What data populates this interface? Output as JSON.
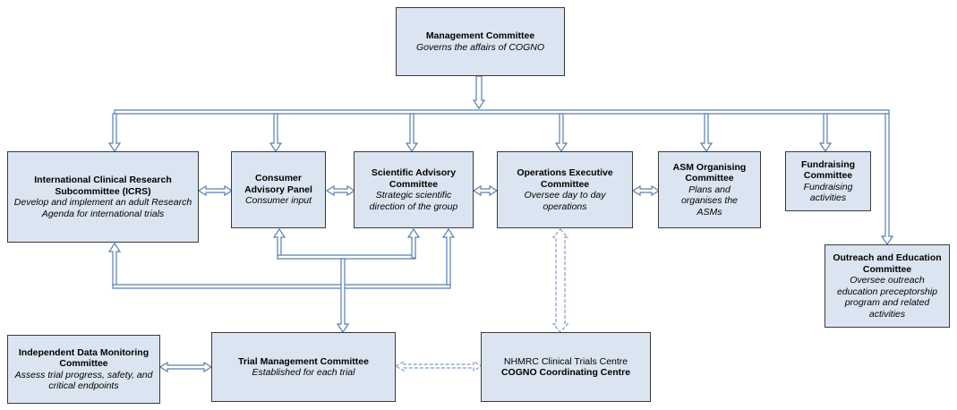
{
  "diagram": {
    "nodes": {
      "management": {
        "title": "Management Committee",
        "desc": "Governs the affairs of COGNO"
      },
      "icrs": {
        "title": "International Clinical Research Subcommittee (ICRS)",
        "desc": "Develop and implement an adult Research Agenda for international trials"
      },
      "consumer": {
        "title": "Consumer Advisory Panel",
        "desc": "Consumer input"
      },
      "scientific": {
        "title": "Scientific Advisory Committee",
        "desc": "Strategic scientific direction of the group"
      },
      "operations": {
        "title": "Operations Executive Committee",
        "desc": "Oversee day to day operations"
      },
      "asm": {
        "title": "ASM Organising Committee",
        "desc": "Plans and organises the ASMs"
      },
      "fundraising": {
        "title": "Fundraising Committee",
        "desc": "Fundraising activities"
      },
      "outreach": {
        "title": "Outreach and Education Committee",
        "desc": "Oversee outreach education preceptorship program and related activities"
      },
      "idmc": {
        "title": "Independent Data Monitoring Committee",
        "desc": "Assess trial progress, safety, and critical endpoints"
      },
      "trial": {
        "title": "Trial Management Committee",
        "desc": "Established for each trial"
      },
      "nhmrc": {
        "line1": "NHMRC Clinical Trials Centre",
        "line2": "COGNO Coordinating Centre"
      }
    },
    "colors": {
      "box_fill": "#dbe5f1",
      "connector": "#5b7fae",
      "border": "#3a3a3a"
    }
  }
}
